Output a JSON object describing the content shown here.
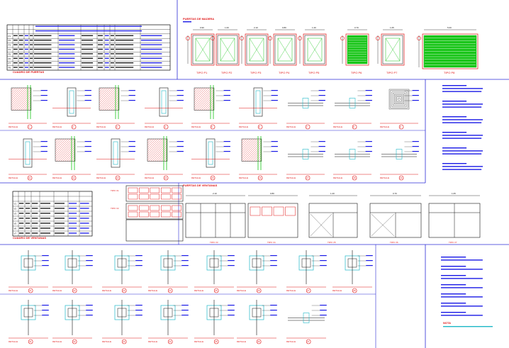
{
  "sheet": {
    "colors": {
      "border": "#2b2bd6",
      "text_blue": "#1a1ae6",
      "text_red": "#e01515",
      "hatch_green": "#19c519",
      "line_black": "#111111",
      "note_cyan": "#20b8c8",
      "magenta": "#cc22cc"
    }
  },
  "door_table": {
    "title": "CUADRO DE PUERTAS",
    "rows": [
      {
        "code": "P1"
      },
      {
        "code": "P2"
      },
      {
        "code": "P3"
      },
      {
        "code": "P4"
      },
      {
        "code": "P5"
      },
      {
        "code": "P6"
      },
      {
        "code": "P7"
      },
      {
        "code": "P8"
      }
    ]
  },
  "door_elevations": {
    "title": "PUERTAS DE MADERA",
    "types": [
      "TIPO P1",
      "TIPO P2",
      "TIPO P3",
      "TIPO P4",
      "TIPO P5",
      "TIPO P6",
      "TIPO P7",
      "TIPO P8"
    ]
  },
  "window_table": {
    "title": "CUADRO DE VENTANAS",
    "rows": [
      {
        "code": "V1"
      },
      {
        "code": "V2"
      },
      {
        "code": "V3"
      },
      {
        "code": "V4"
      },
      {
        "code": "V5"
      },
      {
        "code": "V6"
      },
      {
        "code": "V7"
      }
    ]
  },
  "window_elevations": {
    "title": "PUERTAS DE VENTANAS",
    "side_labels": [
      "TIPO V1",
      "TIPO V2"
    ],
    "types": [
      "TIPO V3",
      "TIPO V4",
      "TIPO V5",
      "TIPO V6",
      "TIPO V7"
    ]
  },
  "details": {
    "label": "DETALLE",
    "row1": [
      "1",
      "2",
      "3",
      "4",
      "5",
      "6",
      "7",
      "8",
      "9",
      "10"
    ],
    "row2": [
      "11",
      "12",
      "13",
      "14",
      "15",
      "16",
      "17",
      "18",
      "19",
      "20"
    ],
    "row3": [
      "21",
      "22",
      "23",
      "24",
      "25",
      "26",
      "27",
      "28",
      "29",
      "30"
    ],
    "row4": [
      "31",
      "32",
      "33",
      "34",
      "35",
      "36",
      "37",
      "38",
      "39"
    ]
  },
  "notes": {
    "title": "NOTA"
  },
  "dimension_samples": [
    "0.90",
    "1.00",
    "2.10",
    "0.80",
    "1.20",
    "0.70",
    "1.05",
    "5.00"
  ]
}
